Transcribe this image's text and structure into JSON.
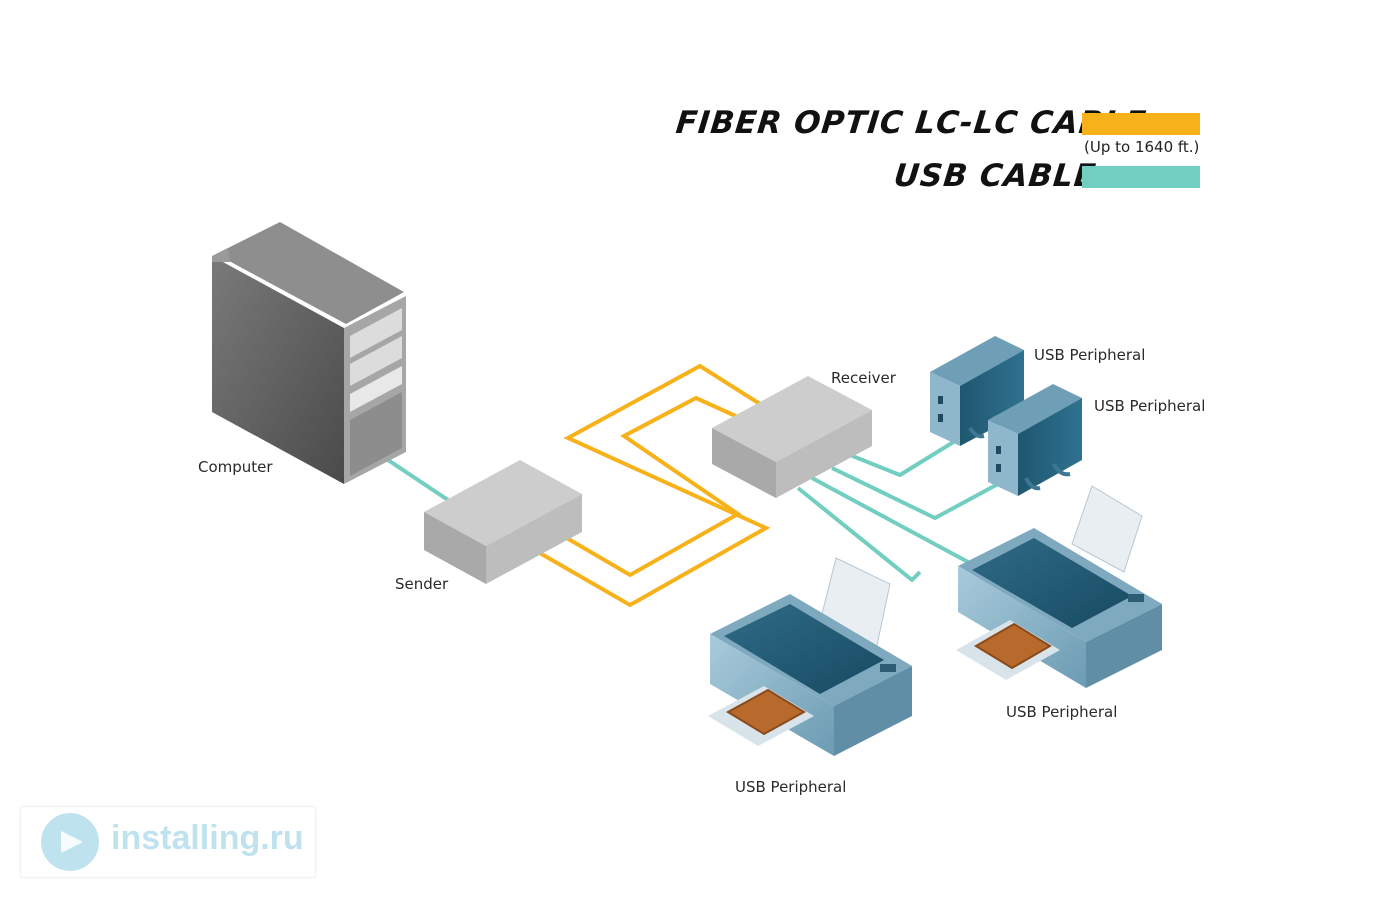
{
  "legend": {
    "fiber_title": "FIBER OPTIC LC-LC CABLE",
    "usb_title": "USB CABLE",
    "fiber_note": "(Up to 1640 ft.)",
    "fiber_color": "#f7b21b",
    "usb_color": "#72cec0"
  },
  "labels": {
    "computer": "Computer",
    "sender": "Sender",
    "receiver": "Receiver",
    "peripheral_1": "USB Peripheral",
    "peripheral_2": "USB Peripheral",
    "peripheral_3": "USB Peripheral",
    "peripheral_4": "USB Peripheral"
  },
  "watermark": {
    "text": "installing.ru",
    "color": "#bfe3ee"
  }
}
